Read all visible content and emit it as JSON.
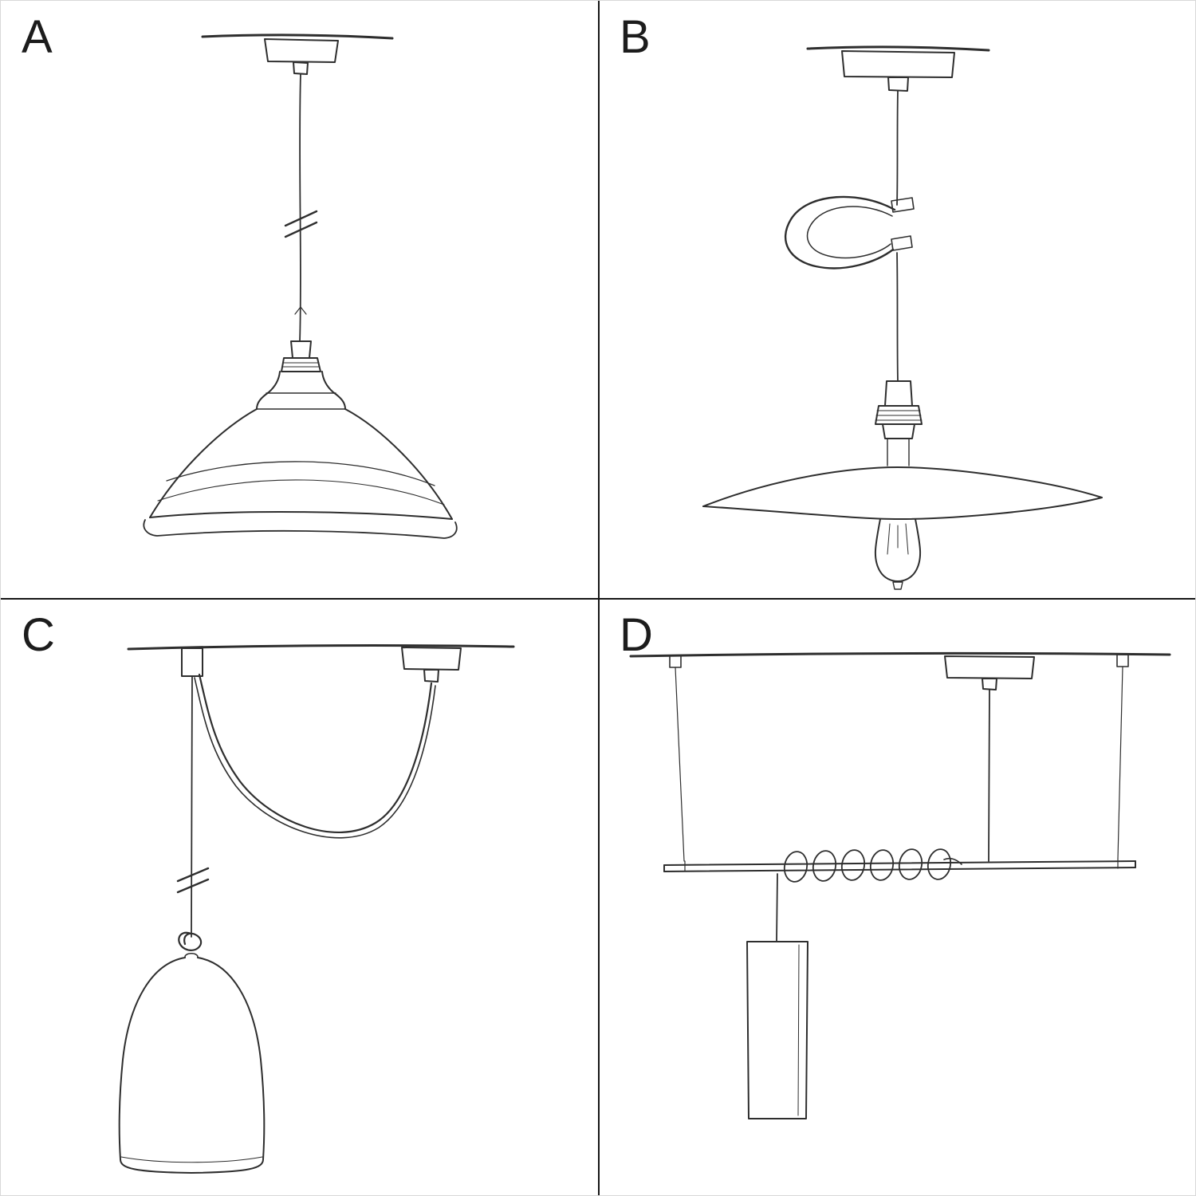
{
  "page": {
    "background_color": "#ffffff",
    "sketch_line_color": "#2e2e2e",
    "divider_color": "#161616",
    "border_color": "#d8d8d8"
  },
  "panels": [
    {
      "label": "A",
      "icon": "pendant-industrial-shade-sketch-icon"
    },
    {
      "label": "B",
      "icon": "pendant-plate-shade-exposed-bulb-sketch-icon"
    },
    {
      "label": "C",
      "icon": "swag-pendant-bell-shade-sketch-icon"
    },
    {
      "label": "D",
      "icon": "bar-suspension-tube-pendant-sketch-icon"
    }
  ]
}
